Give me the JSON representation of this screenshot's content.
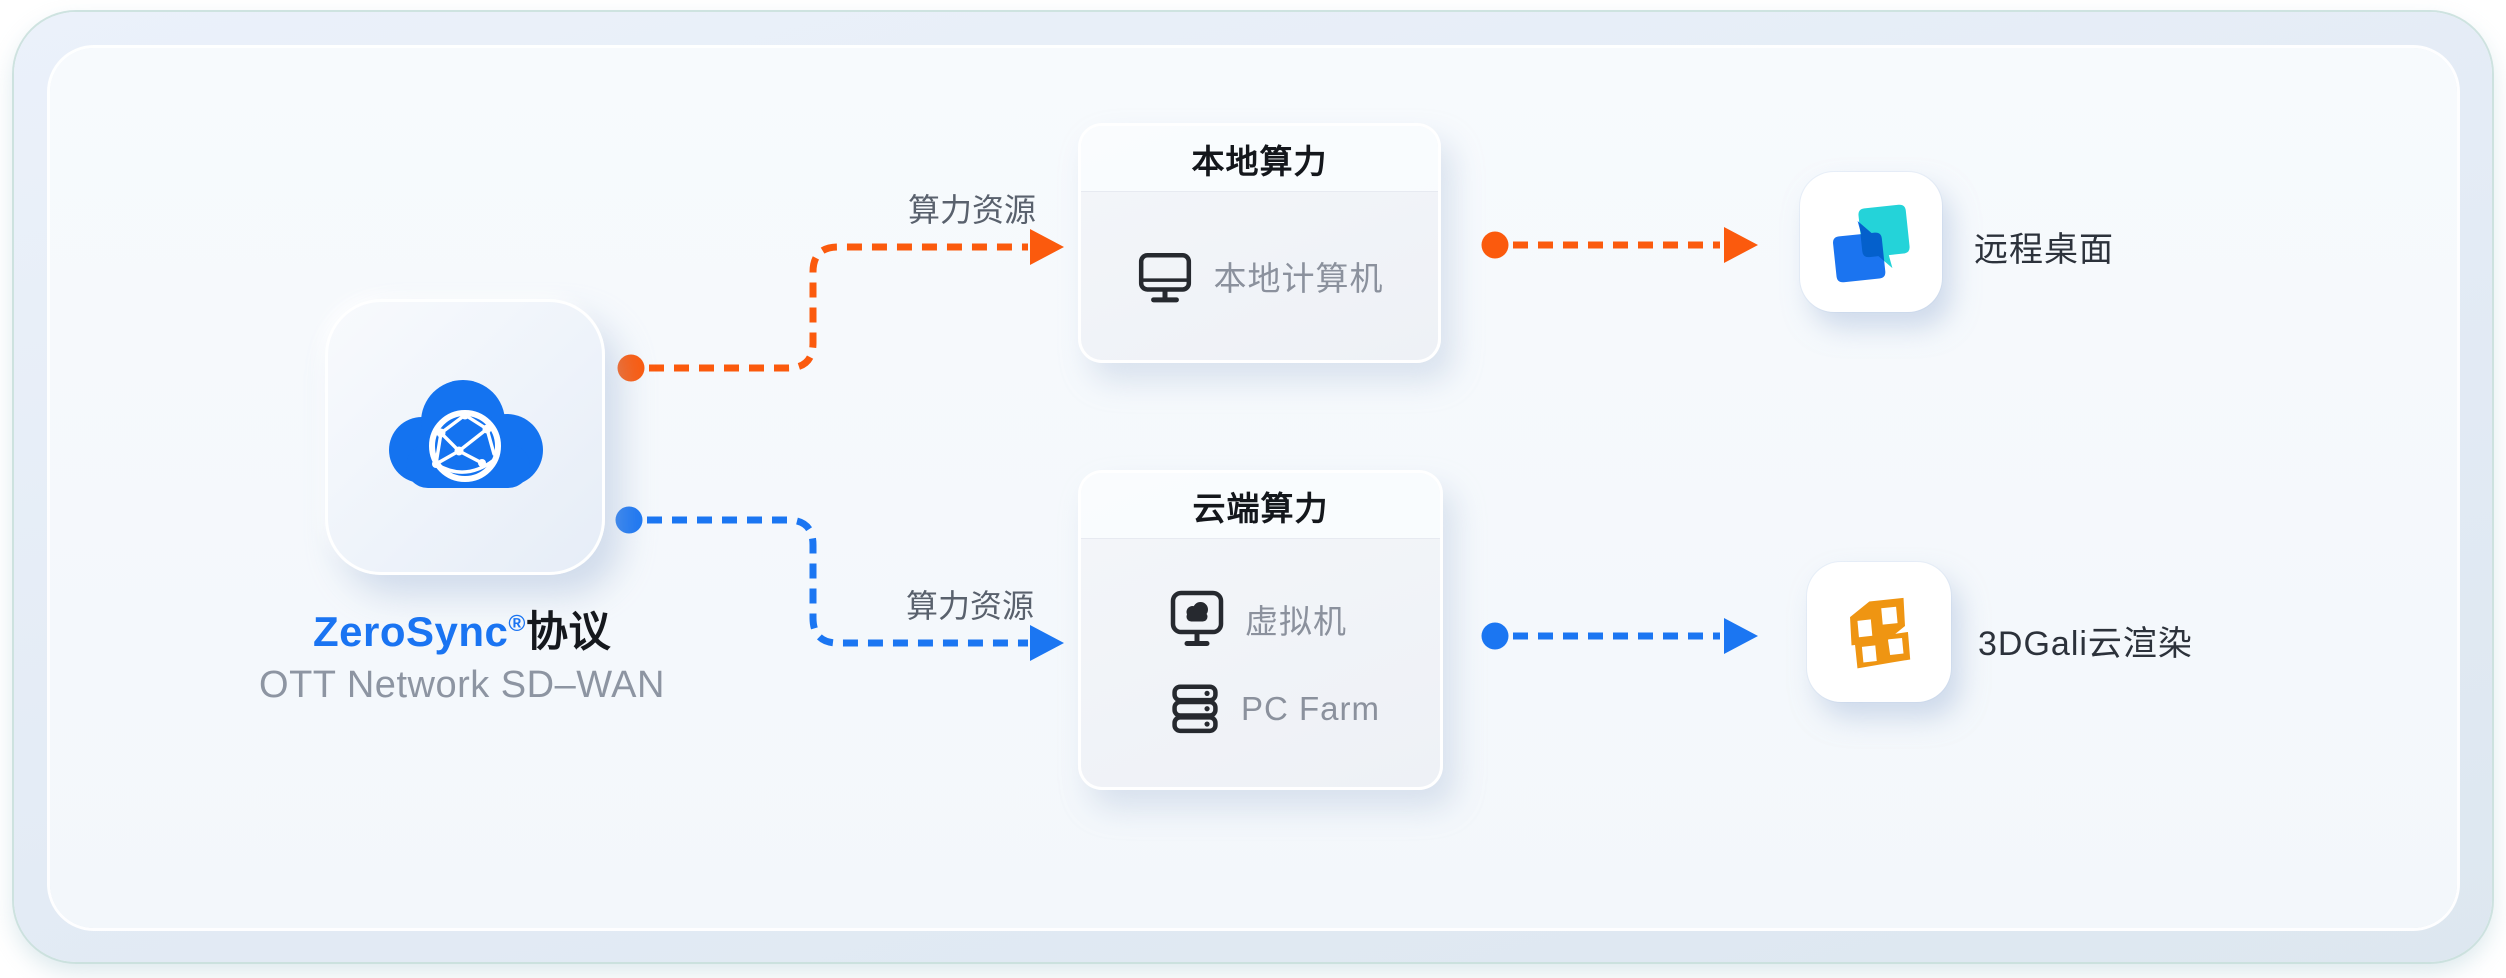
{
  "zerosync": {
    "brand": "ZeroSync",
    "registered_mark": "®",
    "suffix": "协议",
    "subtitle": "OTT Network SD–WAN",
    "icon": "cloud-network-icon"
  },
  "flows": {
    "to_local": {
      "label": "算力资源",
      "color": "#fb5a0d"
    },
    "to_cloud": {
      "label": "算力资源",
      "color": "#1b76f2"
    },
    "local_to_remote": {
      "color": "#fb5a0d"
    },
    "cloud_to_render": {
      "color": "#1b76f2"
    }
  },
  "box_local": {
    "title": "本地算力",
    "items": [
      {
        "icon": "monitor-icon",
        "label": "本地计算机"
      }
    ]
  },
  "box_cloud": {
    "title": "云端算力",
    "items": [
      {
        "icon": "vm-cloud-monitor-icon",
        "label": "虚拟机"
      },
      {
        "icon": "server-stack-icon",
        "label": "PC Farm"
      }
    ]
  },
  "endpoints": {
    "remote_desktop": {
      "label": "远程桌面",
      "icon": "todesk-logo-icon"
    },
    "cloud_render": {
      "label": "3DGali云渲染",
      "icon": "cubes-logo-icon"
    }
  },
  "colors": {
    "accent_orange": "#fb5a0d",
    "accent_blue": "#1b76f2",
    "brand_blue": "#1a74f2",
    "cloud_blue": "#1473f0",
    "logo_teal": "#24d3d9",
    "logo_orange": "#ef9512",
    "panel_bg": "#f5f8fc",
    "frame_bg": "#e3ebf5",
    "label_gray": "#8b919d",
    "text_dark": "#15181d"
  }
}
